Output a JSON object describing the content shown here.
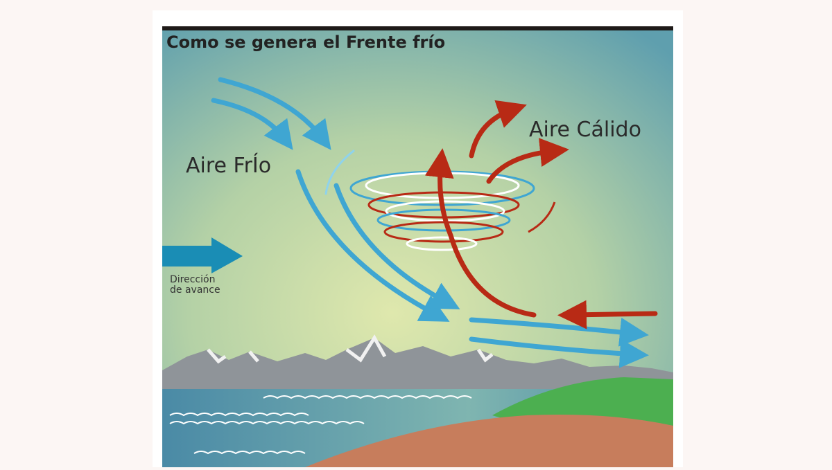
{
  "title": "Como se genera el Frente frío",
  "labels": {
    "cold_air": "Aire FrÍo",
    "warm_air": "Aire Cálido",
    "direction_line1": "Dirección",
    "direction_line2": "de avance"
  },
  "colors": {
    "cold": "#3fa6d2",
    "warm": "#b82a15",
    "direction_arrow": "#1a8db5",
    "sea": "#4c8fa9",
    "land": "#c77d5c",
    "hill": "#4caf50"
  }
}
